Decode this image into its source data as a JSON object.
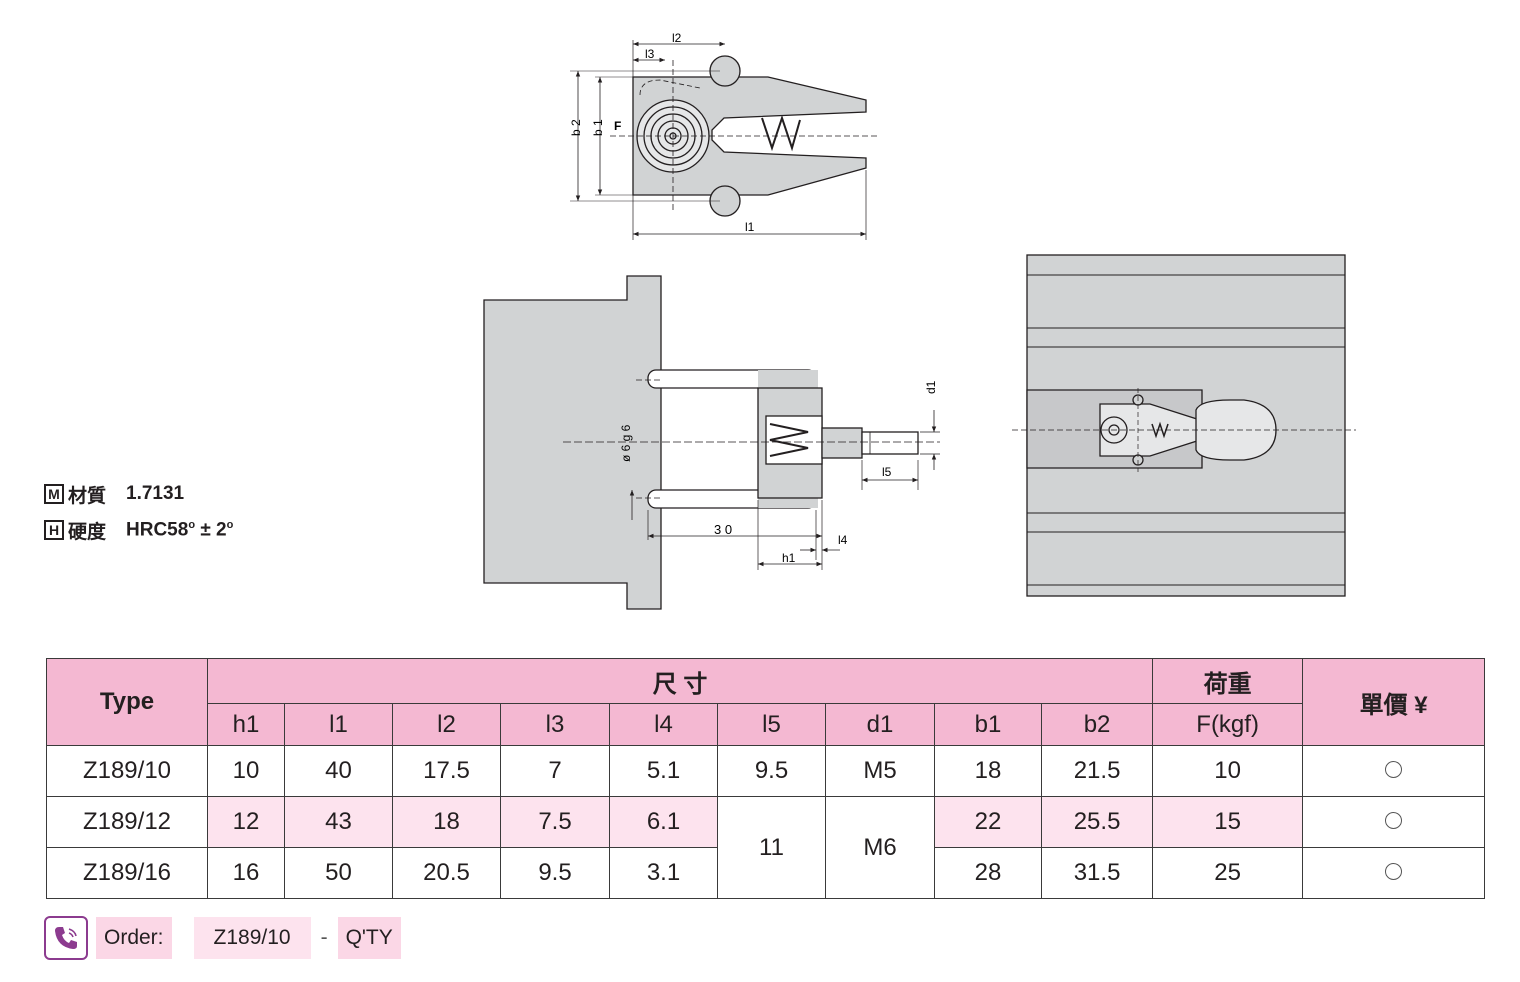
{
  "drawing_labels": {
    "l1": "l1",
    "l2": "l2",
    "l3": "l3",
    "l4": "l4",
    "l5": "l5",
    "b1": "b 1",
    "b2": "b 2",
    "F": "F",
    "d1": "d1",
    "h1": "h1",
    "dim30": "3 0",
    "phi": "ø 6 g 6"
  },
  "material": {
    "m_badge": "M",
    "m_label": "材質",
    "m_value": "1.7131",
    "h_badge": "H",
    "h_label": "硬度",
    "h_value_a": "HRC58",
    "h_deg": "o",
    "h_value_b": "± 2",
    "h_deg2": "o"
  },
  "table": {
    "type_header": "Type",
    "dim_header": "尺 寸",
    "load_header": "荷重",
    "load_sub": "F(kgf)",
    "price_header": "單價 ¥",
    "columns": [
      "h1",
      "l1",
      "l2",
      "l3",
      "l4",
      "l5",
      "d1",
      "b1",
      "b2"
    ],
    "rows": [
      {
        "type": "Z189/10",
        "h1": "10",
        "l1": "40",
        "l2": "17.5",
        "l3": "7",
        "l4": "5.1",
        "l5": "9.5",
        "d1": "M5",
        "b1": "18",
        "b2": "21.5",
        "F": "10",
        "price": "○"
      },
      {
        "type": "Z189/12",
        "h1": "12",
        "l1": "43",
        "l2": "18",
        "l3": "7.5",
        "l4": "6.1",
        "l5": "11",
        "d1": "M6",
        "b1": "22",
        "b2": "25.5",
        "F": "15",
        "price": "○"
      },
      {
        "type": "Z189/16",
        "h1": "16",
        "l1": "50",
        "l2": "20.5",
        "l3": "9.5",
        "l4": "3.1",
        "b1": "28",
        "b2": "31.5",
        "F": "25",
        "price": "○"
      }
    ]
  },
  "order": {
    "label": "Order:",
    "model": "Z189/10",
    "dash": "-",
    "qty": "Q'TY"
  },
  "colors": {
    "header_pink": "#f4b8d2",
    "row_pink": "#fde3ee",
    "part_gray": "#d1d3d4",
    "icon_purple": "#8c3b8f"
  }
}
